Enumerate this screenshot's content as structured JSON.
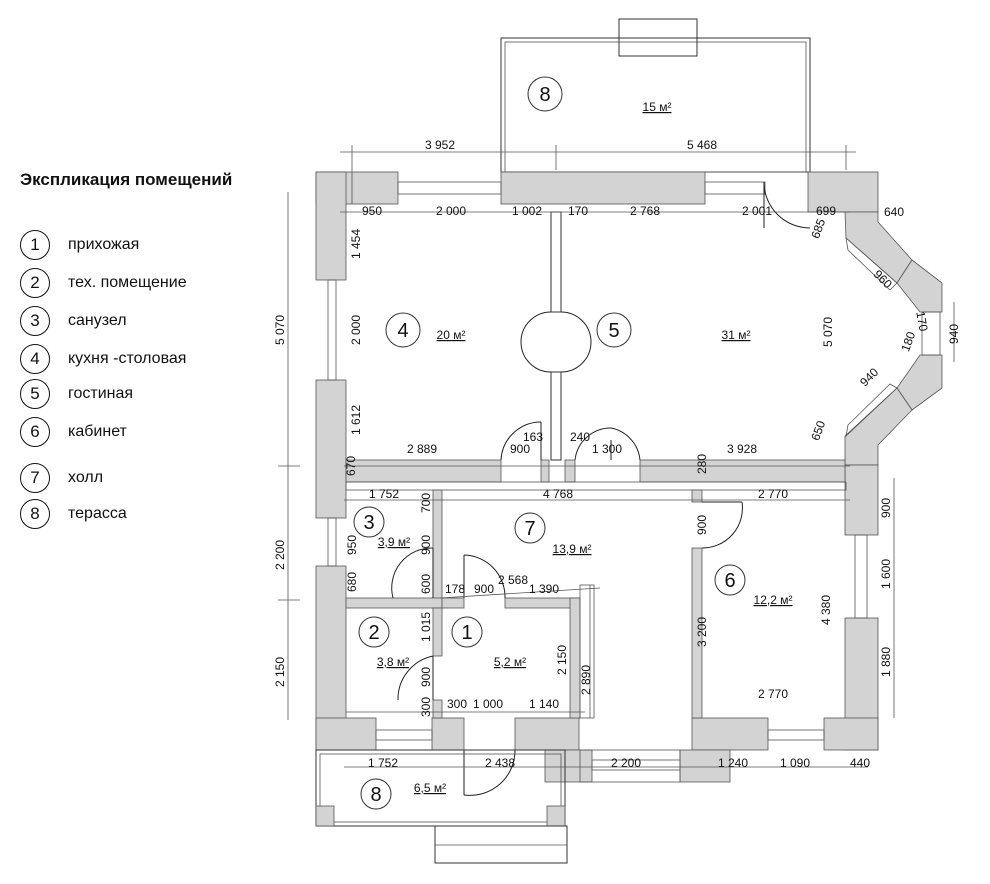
{
  "legend": {
    "title": "Экспликация помещений",
    "items": [
      {
        "num": "1",
        "label": "прихожая"
      },
      {
        "num": "2",
        "label": "тех. помещение"
      },
      {
        "num": "3",
        "label": "санузел"
      },
      {
        "num": "4",
        "label": "кухня -столовая"
      },
      {
        "num": "5",
        "label": "гостиная"
      },
      {
        "num": "6",
        "label": "кабинет"
      },
      {
        "num": "7",
        "label": "холл"
      },
      {
        "num": "8",
        "label": "терасса"
      }
    ]
  },
  "rooms": {
    "terrace_top": {
      "num": "8",
      "area": "15 м²"
    },
    "kitchen": {
      "num": "4",
      "area": "20 м²"
    },
    "living": {
      "num": "5",
      "area": "31 м²"
    },
    "bath": {
      "num": "3",
      "area": "3,9 м²"
    },
    "hall": {
      "num": "7",
      "area": "13,9 м²"
    },
    "tech": {
      "num": "2",
      "area": "3,8 м²"
    },
    "entry": {
      "num": "1",
      "area": "5,2 м²"
    },
    "office": {
      "num": "6",
      "area": "12,2 м²"
    },
    "terrace_bottom": {
      "num": "8",
      "area": "6,5 м²"
    }
  },
  "dims": {
    "top_left": "3 952",
    "top_right": "5 468",
    "t950": "950",
    "t2000": "2 000",
    "t1002": "1 002",
    "t170": "170",
    "t2768": "2 768",
    "t2001": "2 001",
    "t699": "699",
    "t640": "640",
    "t685": "685",
    "t960": "960",
    "t170b": "170",
    "t940v": "940",
    "t180": "180",
    "t940b": "940",
    "t650": "650",
    "left_5070": "5 070",
    "right_5070": "5 070",
    "l1454": "1 454",
    "l2000": "2 000",
    "l1612": "1 612",
    "m2889": "2 889",
    "m900": "900",
    "m163": "163",
    "m240": "240",
    "m1300": "1 300",
    "m3928": "3 928",
    "m280": "280",
    "h670": "670",
    "h1752": "1 752",
    "h700": "700",
    "h4768": "4 768",
    "h2770": "2 770",
    "h900r": "900",
    "h950": "950",
    "h900v": "900",
    "h600": "600",
    "h680": "680",
    "h178": "178",
    "h900h": "900",
    "h2568": "2 568",
    "h1390": "1 390",
    "left_2200": "2 200",
    "left_2150": "2 150",
    "r900": "900",
    "r1600": "1 600",
    "r1880": "1 880",
    "r4380": "4 380",
    "r3200": "3 200",
    "e1015": "1 015",
    "e900": "900",
    "e2150": "2 150",
    "e2890": "2 890",
    "b300v": "300",
    "b300": "300",
    "b1000": "1 000",
    "b1140": "1 140",
    "b2770": "2 770",
    "bb1752": "1 752",
    "bb2438": "2 438",
    "bb2200": "2 200",
    "bb1240": "1 240",
    "bb1090": "1 090",
    "bb440": "440"
  }
}
